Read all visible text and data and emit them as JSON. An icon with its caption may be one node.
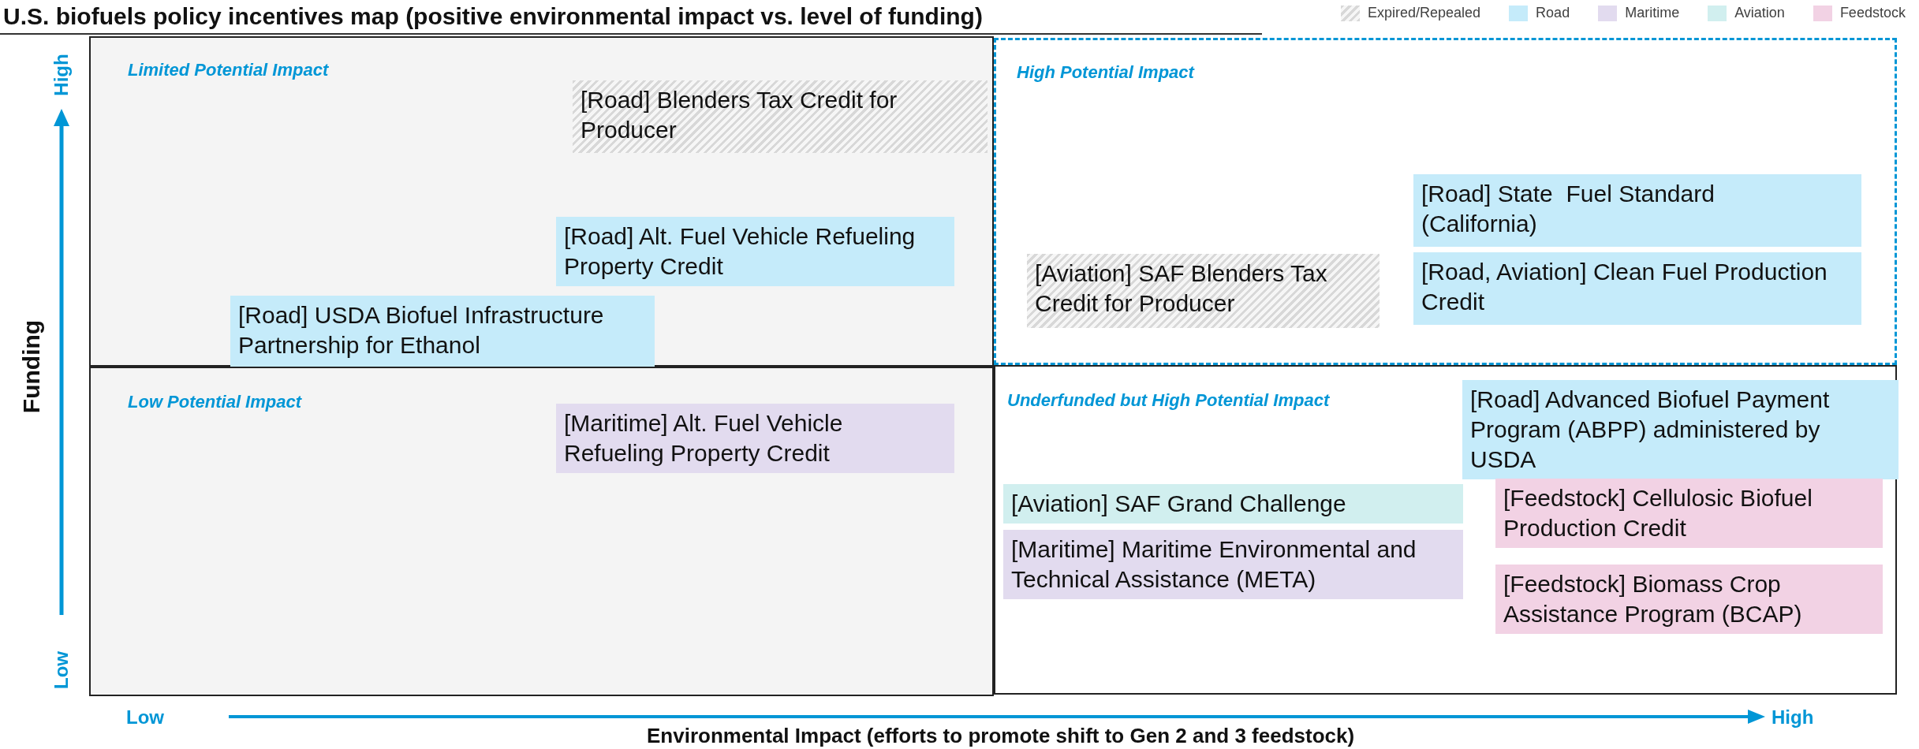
{
  "diagram": {
    "title": "U.S. biofuels policy incentives map (positive environmental impact vs. level of funding)",
    "nodes": [
      {
        "text": [
          "Limited Potential Impact"
        ]
      },
      {
        "text": [
          "[Road] Blenders Tax Credit for Producer"
        ],
        "in": 0
      },
      {
        "text": [
          "[Road] Alt. Fuel Vehicle Refueling Property Credit"
        ],
        "in": 0
      },
      {
        "text": [
          "[Road] USDA Biofuel Infrastructure Partnership for Ethanol"
        ],
        "in": 0
      },
      {
        "text": [
          "High Potential Impact"
        ]
      },
      {
        "text": [
          "[Road] State  Fuel Standard (California)"
        ],
        "in": 4
      },
      {
        "text": [
          "[Aviation] SAF Blenders Tax Credit for Producer"
        ],
        "in": 4
      },
      {
        "text": [
          "[Road, Aviation] Clean Fuel Production Credit"
        ],
        "in": 4
      },
      {
        "text": [
          "Low Potential Impact"
        ]
      },
      {
        "text": [
          "[Maritime] Alt. Fuel Vehicle Refueling Property Credit"
        ],
        "in": 8
      },
      {
        "text": [
          "Underfunded but High Potential Impact"
        ]
      },
      {
        "text": [
          "[Road] Advanced Biofuel Payment Program (ABPP) administered by USDA"
        ],
        "in": 10
      },
      {
        "text": [
          "[Aviation] SAF Grand Challenge"
        ],
        "in": 10
      },
      {
        "text": [
          "[Feedstock] Cellulosic Biofuel Production Credit"
        ],
        "in": 10
      },
      {
        "text": [
          "[Maritime] Maritime Environmental and Technical Assistance (META)"
        ],
        "in": 10
      },
      {
        "text": [
          "[Feedstock] Biomass Crop Assistance Program (BCAP)"
        ],
        "in": 10
      }
    ],
    "labels": [
      "High",
      "Funding",
      "Low",
      "Low",
      "High",
      "Environmental Impact (efforts to promote shift to Gen 2 and 3 feedstock)"
    ],
    "legend": [
      {
        "text": "Expired/Repealed"
      },
      {
        "text": "Road",
        "color": "#c5ebfa"
      },
      {
        "text": "Maritime",
        "color": "#e2dbef"
      },
      {
        "text": "Aviation",
        "color": "#d1efef"
      },
      {
        "text": "Feedstock",
        "color": "#f2d2e4"
      }
    ]
  }
}
